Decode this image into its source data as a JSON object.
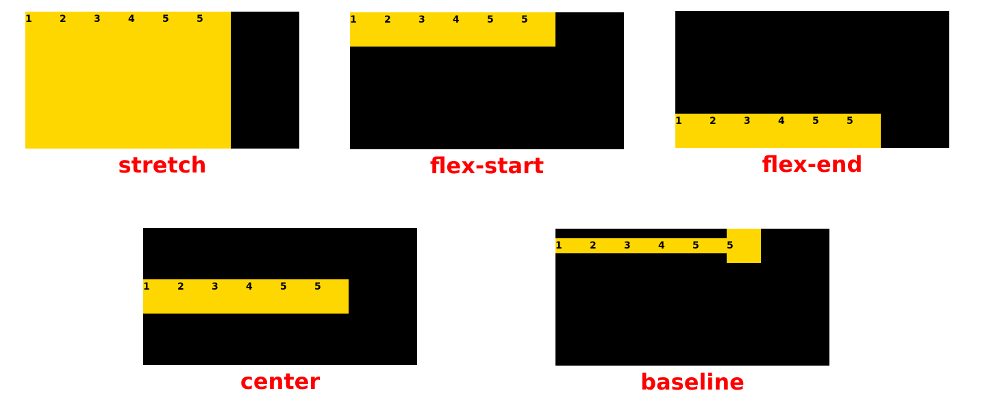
{
  "colors": {
    "container": "#000000",
    "item": "#FFD700",
    "caption": "#FF0000"
  },
  "demos": [
    {
      "caption": "stretch",
      "items": [
        "1",
        "2",
        "3",
        "4",
        "5",
        "5"
      ]
    },
    {
      "caption": "flex-start",
      "items": [
        "1",
        "2",
        "3",
        "4",
        "5",
        "5"
      ]
    },
    {
      "caption": "flex-end",
      "items": [
        "1",
        "2",
        "3",
        "4",
        "5",
        "5"
      ]
    },
    {
      "caption": "center",
      "items": [
        "1",
        "2",
        "3",
        "4",
        "5",
        "5"
      ]
    },
    {
      "caption": "baseline",
      "items": [
        "1",
        "2",
        "3",
        "4",
        "5",
        "5"
      ]
    }
  ]
}
